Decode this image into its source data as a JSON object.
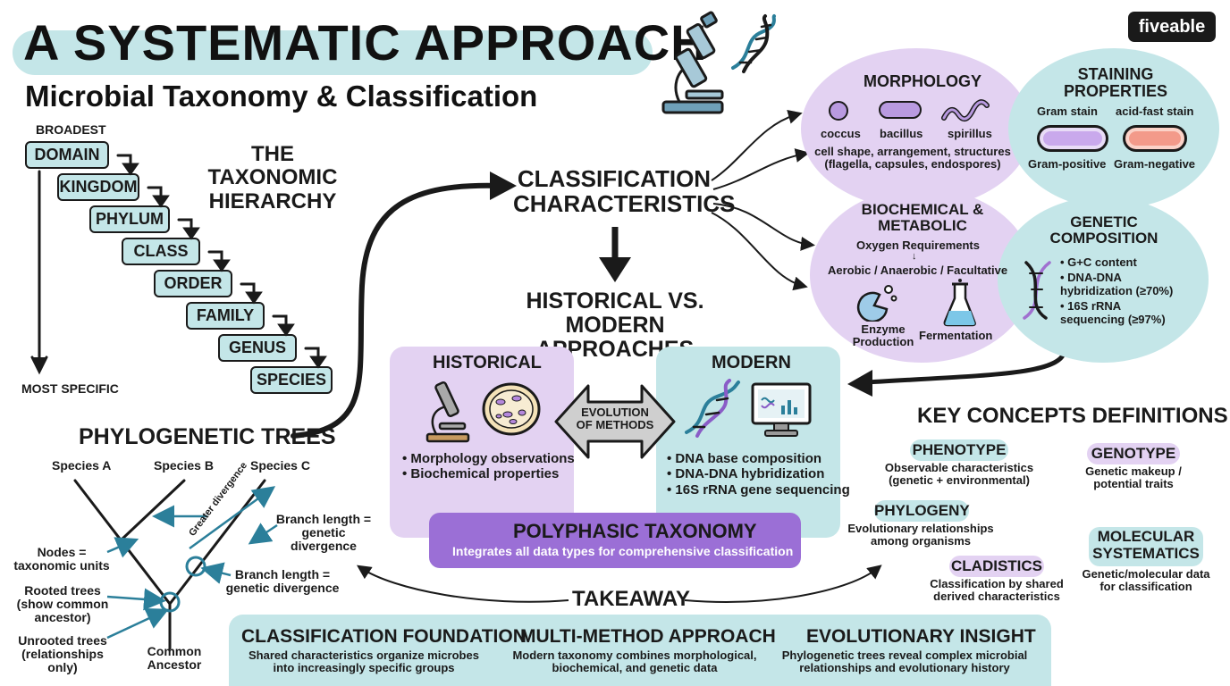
{
  "header": {
    "title": "A SYSTEMATIC APPROACH",
    "subtitle": "Microbial Taxonomy & Classification",
    "logo": "fiveable"
  },
  "hierarchy": {
    "title": "THE TAXONOMIC HIERARCHY",
    "broadest": "BROADEST",
    "most_specific": "MOST SPECIFIC",
    "ranks": [
      "DOMAIN",
      "KINGDOM",
      "PHYLUM",
      "CLASS",
      "ORDER",
      "FAMILY",
      "GENUS",
      "SPECIES"
    ]
  },
  "phylo": {
    "title": "PHYLOGENETIC TREES",
    "species": [
      "Species A",
      "Species B",
      "Species C"
    ],
    "greater_divergence": "Greater divergence",
    "branch_length_1": "Branch length = genetic divergence",
    "branch_length_2": "Branch length = genetic divergence",
    "nodes": "Nodes = taxonomic units",
    "rooted": "Rooted trees (show common ancestor)",
    "unrooted": "Unrooted trees (relationships only)",
    "common_ancestor": "Common Ancestor"
  },
  "classification": {
    "title": "CLASSIFICATION CHARACTERISTICS"
  },
  "morphology": {
    "title": "MORPHOLOGY",
    "shapes": [
      "coccus",
      "bacillus",
      "spirillus"
    ],
    "desc": "cell shape, arrangement, structures (flagella, capsules, endospores)"
  },
  "staining": {
    "title": "STAINING PROPERTIES",
    "stains": [
      "Gram stain",
      "acid-fast stain"
    ],
    "results": [
      "Gram-positive",
      "Gram-negative"
    ]
  },
  "biochemical": {
    "title": "BIOCHEMICAL & METABOLIC",
    "oxygen": "Oxygen Requirements",
    "arrow": "↓",
    "types": "Aerobic / Anaerobic / Facultative",
    "enzyme": "Enzyme Production",
    "fermentation": "Fermentation"
  },
  "genetic": {
    "title": "GENETIC COMPOSITION",
    "items": [
      "G+C content",
      "DNA-DNA hybridization (≥70%)",
      "16S rRNA sequencing (≥97%)"
    ]
  },
  "approaches": {
    "title": "HISTORICAL VS. MODERN APPROACHES",
    "historical_title": "HISTORICAL",
    "historical_items": [
      "Morphology observations",
      "Biochemical properties"
    ],
    "modern_title": "MODERN",
    "modern_items": [
      "DNA base composition",
      "DNA-DNA hybridization",
      "16S rRNA gene sequencing"
    ],
    "evolution": "EVOLUTION OF METHODS",
    "polyphasic_title": "POLYPHASIC TAXONOMY",
    "polyphasic_desc": "Integrates all data types for comprehensive classification"
  },
  "concepts": {
    "title": "KEY CONCEPTS DEFINITIONS",
    "phenotype": {
      "term": "PHENOTYPE",
      "def": "Observable characteristics (genetic + environmental)"
    },
    "genotype": {
      "term": "GENOTYPE",
      "def": "Genetic makeup / potential traits"
    },
    "phylogeny": {
      "term": "PHYLOGENY",
      "def": "Evolutionary relationships among organisms"
    },
    "cladistics": {
      "term": "CLADISTICS",
      "def": "Classification by shared derived characteristics"
    },
    "molecular": {
      "term": "MOLECULAR SYSTEMATICS",
      "def": "Genetic/molecular data for classification"
    }
  },
  "takeaway": {
    "title": "TAKEAWAY",
    "items": [
      {
        "title": "CLASSIFICATION FOUNDATION",
        "desc": "Shared characteristics organize microbes into increasingly specific groups"
      },
      {
        "title": "MULTI-METHOD APPROACH",
        "desc": "Modern taxonomy combines morphological, biochemical, and genetic data"
      },
      {
        "title": "EVOLUTIONARY INSIGHT",
        "desc": "Phylogenetic trees reveal complex microbial relationships and evolutionary history"
      }
    ]
  },
  "colors": {
    "teal": "#c4e6e8",
    "purple": "#e3d2f2",
    "polyphasic": "#9b6fd6",
    "ink": "#1a1a1a"
  }
}
